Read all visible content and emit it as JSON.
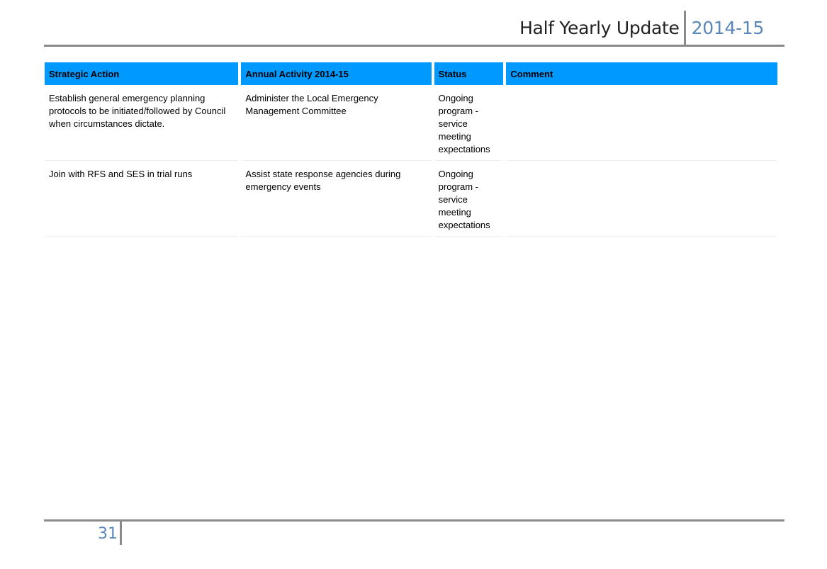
{
  "header": {
    "title": "Half Yearly Update",
    "year": "2014-15"
  },
  "table": {
    "columns": [
      "Strategic Action",
      "Annual Activity 2014-15",
      "Status",
      "Comment"
    ],
    "rows": [
      {
        "strategic_action": "Establish general emergency planning protocols to be initiated/followed by Council when circumstances dictate.",
        "annual_activity": "Administer the Local Emergency Management Committee",
        "status": "Ongoing program - service meeting expectations",
        "comment": ""
      },
      {
        "strategic_action": "Join with RFS and SES in trial runs",
        "annual_activity": "Assist state response agencies during emergency events",
        "status": "Ongoing program - service meeting expectations",
        "comment": ""
      }
    ]
  },
  "footer": {
    "page_number": "31"
  },
  "colors": {
    "header_fill": "#0099ff",
    "accent_text": "#5b86b8",
    "rule": "#8a8a8a"
  }
}
